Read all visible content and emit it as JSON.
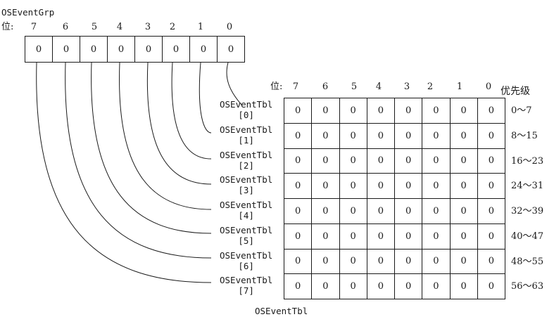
{
  "grp": {
    "title": "OSEventGrp",
    "bit_prefix": "位:",
    "bit_labels": [
      "7",
      "6",
      "5",
      "4",
      "3",
      "2",
      "1",
      "0"
    ],
    "cells": [
      "0",
      "0",
      "0",
      "0",
      "0",
      "0",
      "0",
      "0"
    ]
  },
  "tbl": {
    "bit_prefix": "位:",
    "bit_labels": [
      "7",
      "6",
      "5",
      "4",
      "3",
      "2",
      "1",
      "0"
    ],
    "priority_header": "优先级",
    "footer": "OSEventTbl",
    "row_name": "OSEventTbl",
    "rows": [
      {
        "index": "[0]",
        "cells": [
          "0",
          "0",
          "0",
          "0",
          "0",
          "0",
          "0",
          "0"
        ],
        "priority": "0～7"
      },
      {
        "index": "[1]",
        "cells": [
          "0",
          "0",
          "0",
          "0",
          "0",
          "0",
          "0",
          "0"
        ],
        "priority": "8～15"
      },
      {
        "index": "[2]",
        "cells": [
          "0",
          "0",
          "0",
          "0",
          "0",
          "0",
          "0",
          "0"
        ],
        "priority": "16～23"
      },
      {
        "index": "[3]",
        "cells": [
          "0",
          "0",
          "0",
          "0",
          "0",
          "0",
          "0",
          "0"
        ],
        "priority": "24～31"
      },
      {
        "index": "[4]",
        "cells": [
          "0",
          "0",
          "0",
          "0",
          "0",
          "0",
          "0",
          "0"
        ],
        "priority": "32～39"
      },
      {
        "index": "[5]",
        "cells": [
          "0",
          "0",
          "0",
          "0",
          "0",
          "0",
          "0",
          "0"
        ],
        "priority": "40～47"
      },
      {
        "index": "[6]",
        "cells": [
          "0",
          "0",
          "0",
          "0",
          "0",
          "0",
          "0",
          "0"
        ],
        "priority": "48～55"
      },
      {
        "index": "[7]",
        "cells": [
          "0",
          "0",
          "0",
          "0",
          "0",
          "0",
          "0",
          "0"
        ],
        "priority": "56～63"
      }
    ]
  },
  "colors": {
    "line": "#1a1a1a",
    "background": "#ffffff"
  }
}
